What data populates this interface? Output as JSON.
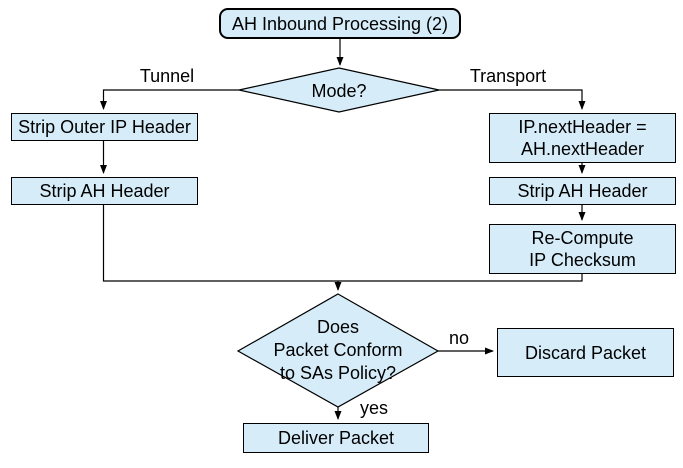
{
  "diagram": {
    "title": "AH Inbound Processing (2)",
    "colors": {
      "node_fill": "#d6edf9",
      "node_border": "#000000",
      "connector": "#000000",
      "text": "#000000",
      "background": "#ffffff"
    },
    "nodes": {
      "start": {
        "label": "AH Inbound Processing (2)",
        "shape": "rounded-rect"
      },
      "mode_decision": {
        "label": "Mode?",
        "shape": "diamond"
      },
      "strip_outer_ip": {
        "label": "Strip Outer IP Header",
        "shape": "rect"
      },
      "strip_ah_tunnel": {
        "label": "Strip AH Header",
        "shape": "rect"
      },
      "set_next_header": {
        "label": "IP.nextHeader =\nAH.nextHeader",
        "shape": "rect"
      },
      "strip_ah_transport": {
        "label": "Strip AH Header",
        "shape": "rect"
      },
      "recompute_checksum": {
        "label": "Re-Compute\nIP Checksum",
        "shape": "rect"
      },
      "policy_decision": {
        "label": "Does\nPacket Conform\nto SAs Policy?",
        "shape": "diamond"
      },
      "discard_packet": {
        "label": "Discard Packet",
        "shape": "rect"
      },
      "deliver_packet": {
        "label": "Deliver Packet",
        "shape": "rect"
      }
    },
    "edge_labels": {
      "tunnel": "Tunnel",
      "transport": "Transport",
      "no": "no",
      "yes": "yes"
    }
  }
}
